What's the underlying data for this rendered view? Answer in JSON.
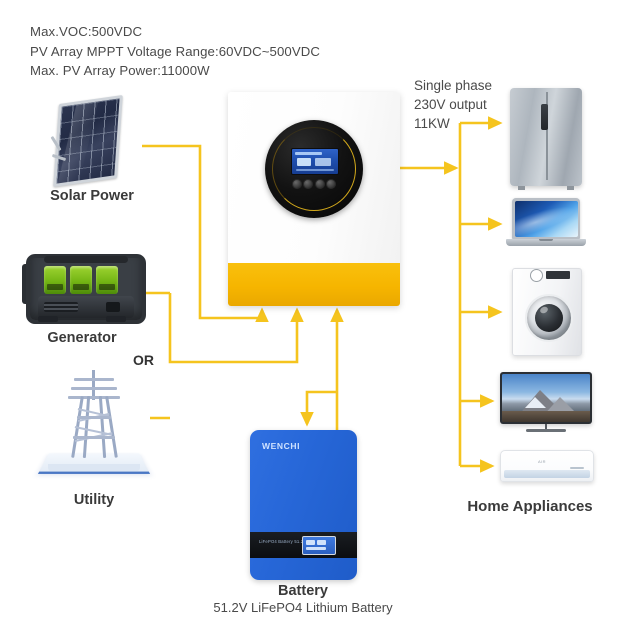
{
  "spec": {
    "lines": [
      "Max.VOC:500VDC",
      "PV Array MPPT Voltage Range:60VDC~500VDC",
      "Max. PV Array Power:11000W"
    ]
  },
  "output_note": {
    "line1": "Single phase",
    "line2": "230V output",
    "line3": "11KW"
  },
  "sources": {
    "solar": {
      "label": "Solar Power"
    },
    "generator": {
      "label": "Generator"
    },
    "utility": {
      "label": "Utility"
    },
    "or_label": "OR"
  },
  "inverter": {
    "name": "hybrid-solar-inverter"
  },
  "battery": {
    "label": "Battery",
    "sublabel": "51.2V LiFePO4 Lithium Battery",
    "brand": "WENCHI",
    "panel_text": "LiFePO4 Battery\n51.2V100Ah"
  },
  "appliances": {
    "label": "Home Appliances",
    "items": [
      {
        "name": "refrigerator"
      },
      {
        "name": "laptop"
      },
      {
        "name": "washing-machine"
      },
      {
        "name": "television"
      },
      {
        "name": "air-conditioner"
      }
    ]
  },
  "colors": {
    "wire": "#F5C41E",
    "inverter_accent": "#F7BC05",
    "battery_blue": "#2767D8",
    "text": "#3B3B3B"
  }
}
